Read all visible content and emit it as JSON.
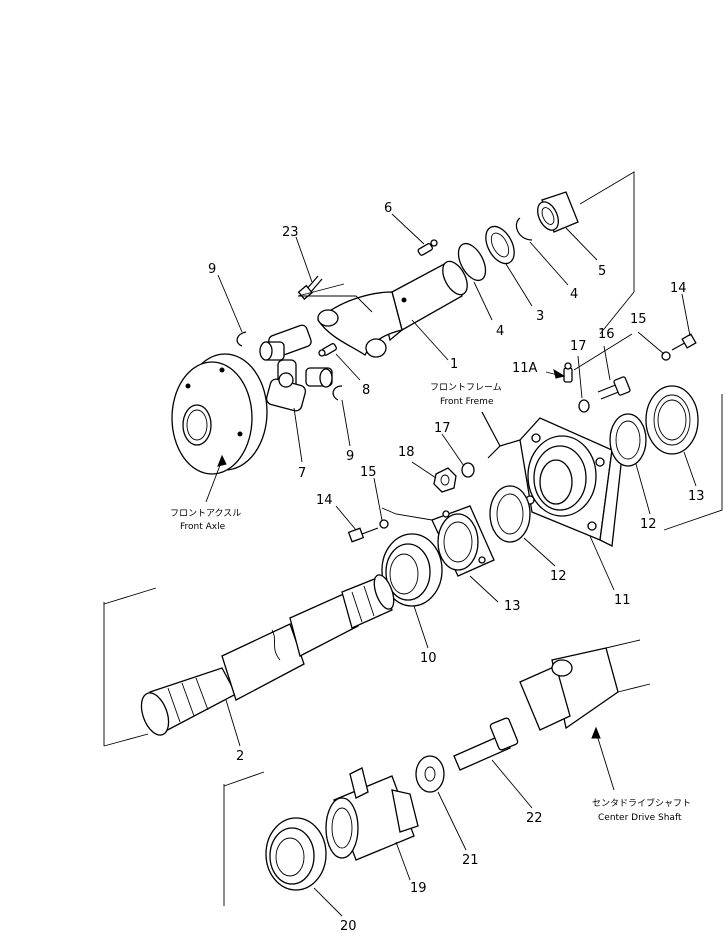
{
  "callouts": {
    "n1": "1",
    "n2": "2",
    "n3": "3",
    "n4a": "4",
    "n4b": "4",
    "n5": "5",
    "n6": "6",
    "n7": "7",
    "n8": "8",
    "n9a": "9",
    "n9b": "9",
    "n10": "10",
    "n11": "11",
    "n11a": "11A",
    "n12a": "12",
    "n12b": "12",
    "n13a": "13",
    "n13b": "13",
    "n14a": "14",
    "n14b": "14",
    "n15a": "15",
    "n15b": "15",
    "n16": "16",
    "n17a": "17",
    "n17b": "17",
    "n18": "18",
    "n19": "19",
    "n20": "20",
    "n21": "21",
    "n22": "22",
    "n23": "23"
  },
  "captions": {
    "front_axle_jp": "フロントアクスル",
    "front_axle_en": "Front Axle",
    "front_frame_jp": "フロントフレーム",
    "front_frame_en": "Front Freme",
    "center_shaft_jp": "センタドライブシャフト",
    "center_shaft_en": "Center Drive Shaft"
  }
}
